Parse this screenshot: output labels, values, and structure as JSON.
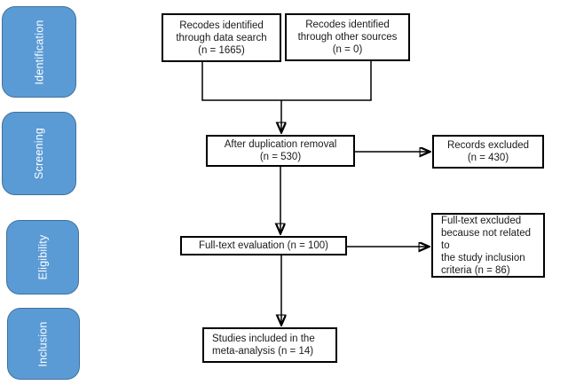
{
  "colors": {
    "stage_fill": "#5B9BD5",
    "stage_border": "#41719C",
    "stage_text": "#ffffff",
    "box_border": "#000000",
    "arrow": "#000000"
  },
  "stages": [
    {
      "label": "Identification"
    },
    {
      "label": "Screening"
    },
    {
      "label": "Eligibility"
    },
    {
      "label": "Inclusion"
    }
  ],
  "boxes": {
    "identified_search": {
      "lines": [
        "Recodes identified",
        "through data search",
        "(n = 1665)"
      ]
    },
    "identified_other": {
      "lines": [
        "Recodes identified",
        "through other sources",
        "(n = 0)"
      ]
    },
    "duplication_removal": {
      "lines": [
        "After duplication removal",
        "(n = 530)"
      ]
    },
    "records_excluded": {
      "lines": [
        "Records excluded",
        "(n = 430)"
      ]
    },
    "fulltext_evaluation": {
      "lines": [
        "Full-text evaluation (n = 100)"
      ]
    },
    "fulltext_excluded": {
      "lines": [
        "Full-text excluded",
        "because not related to",
        "the study inclusion",
        "criteria (n = 86)"
      ]
    },
    "studies_included": {
      "lines": [
        "Studies included in the",
        "meta-analysis (n = 14)"
      ]
    }
  }
}
